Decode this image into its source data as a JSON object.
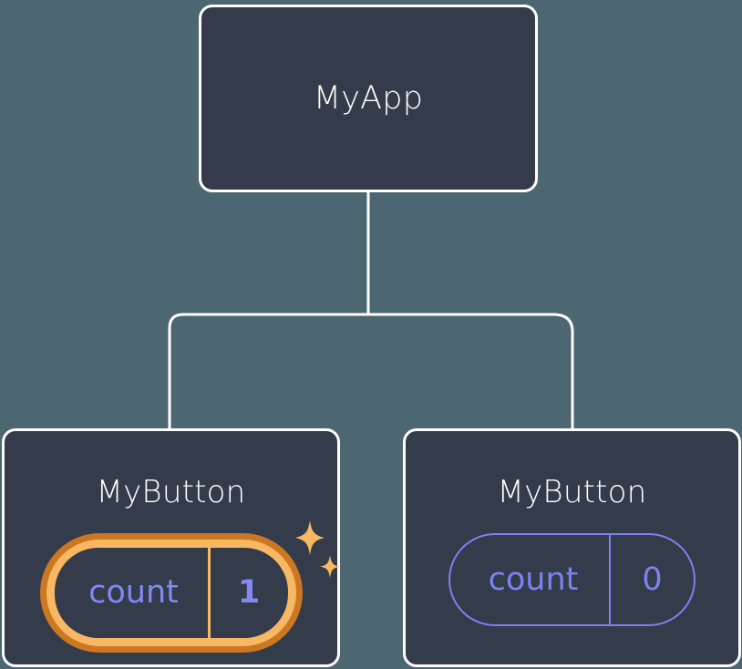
{
  "diagram": {
    "type": "component-tree",
    "background_color": "#4C6672",
    "node_fill_color": "#343B4A",
    "node_border_color": "#FFFFFF",
    "edge_color": "#FFFFFF",
    "accent_highlight_color": "#F7B763",
    "accent_highlight_outline_color": "#CC7722",
    "state_text_color": "#7C82EE",
    "root": {
      "title": "MyApp"
    },
    "children": [
      {
        "title": "MyButton",
        "highlighted": true,
        "state": {
          "key": "count",
          "value": "1"
        },
        "sparkle_icons": [
          "sparkle-large",
          "sparkle-small"
        ]
      },
      {
        "title": "MyButton",
        "highlighted": false,
        "state": {
          "key": "count",
          "value": "0"
        }
      }
    ]
  }
}
